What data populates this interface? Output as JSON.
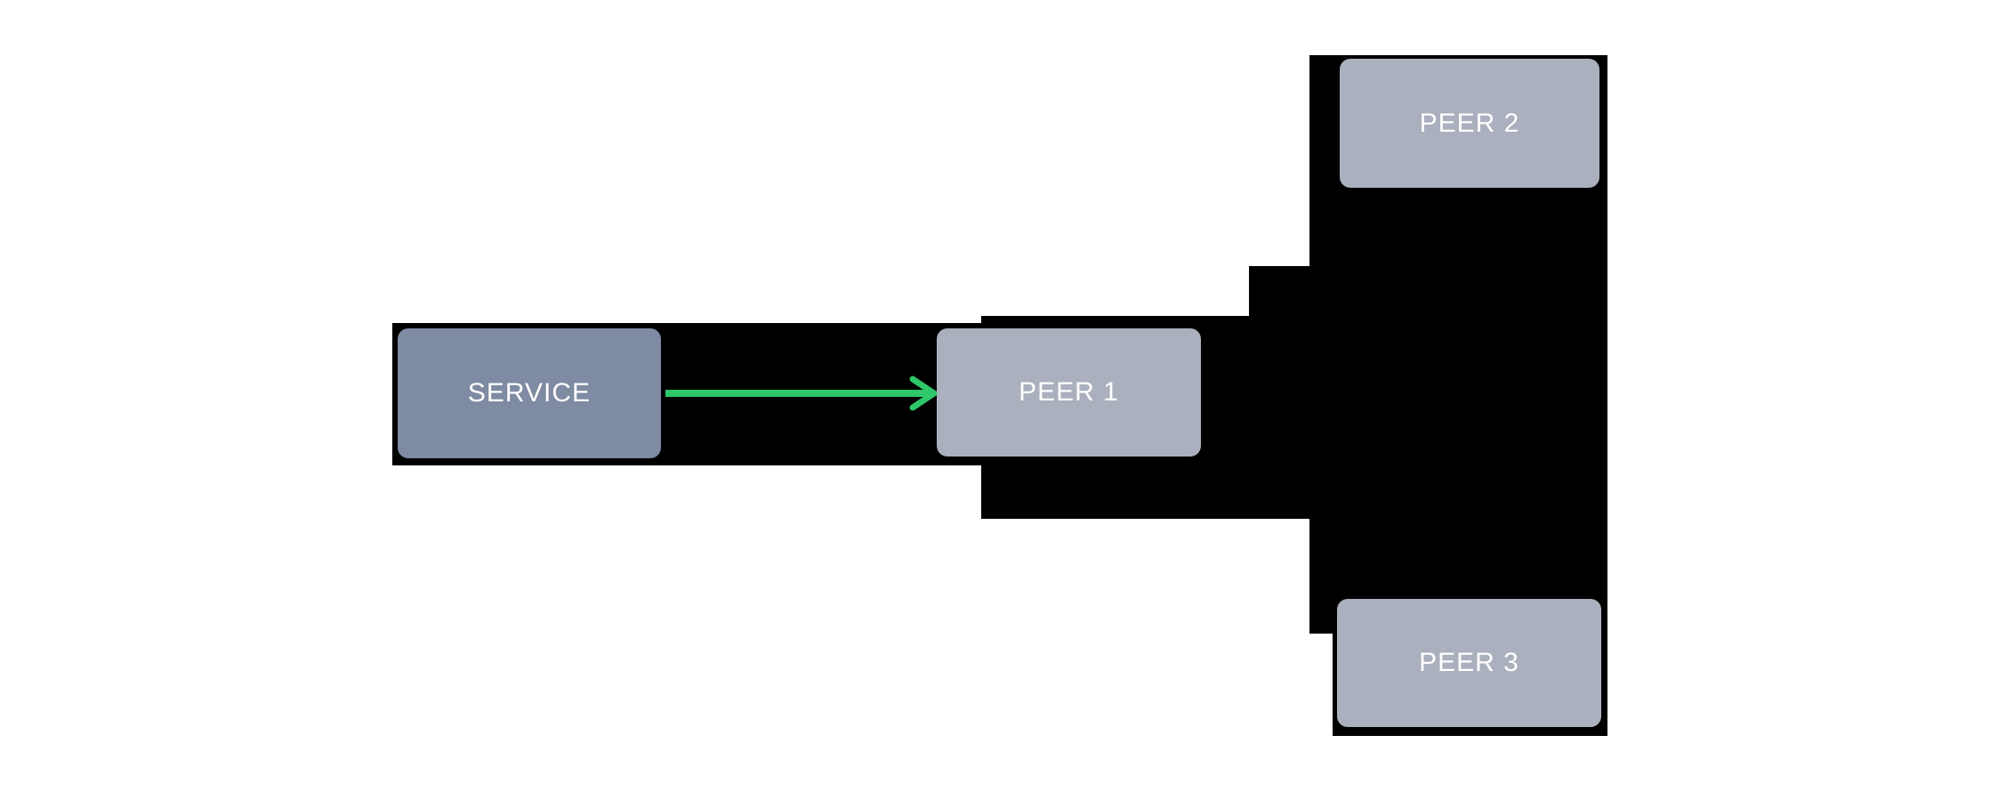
{
  "diagram": {
    "nodes": [
      {
        "id": "service",
        "label": "SERVICE"
      },
      {
        "id": "peer1",
        "label": "PEER 1"
      },
      {
        "id": "peer2",
        "label": "PEER 2"
      },
      {
        "id": "peer3",
        "label": "PEER 3"
      }
    ],
    "edges": [
      {
        "from": "SERVICE",
        "to": "PEER 1",
        "type": "straight-arrow",
        "color": "#2EC76A"
      }
    ],
    "colors": {
      "canvas_background": "#FFFFFF",
      "backdrop": "#000000",
      "service_fill": "#7E8BA2",
      "peer_fill": "#AAB0BD",
      "label_text": "#FFFFFF",
      "arrow_green": "#2EC76A"
    }
  }
}
